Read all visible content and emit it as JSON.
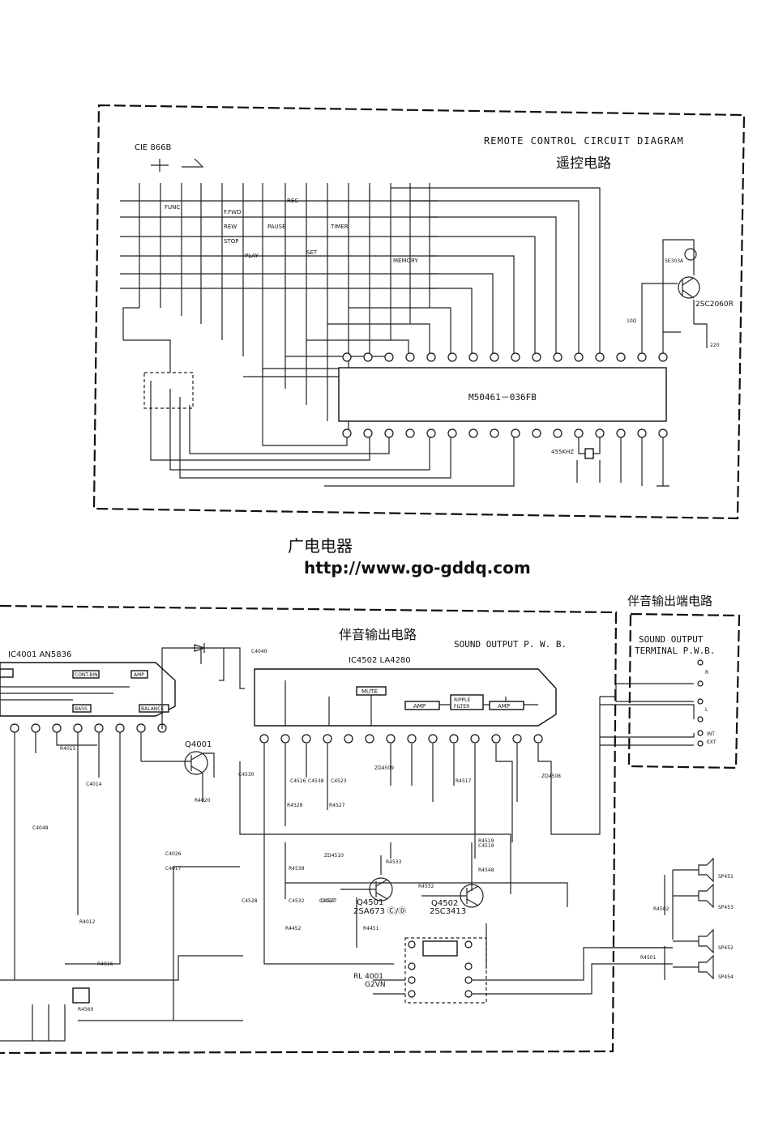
{
  "remote": {
    "title_en": "REMOTE CONTROL CIRCUIT DIAGRAM",
    "title_cn": "遥控电路",
    "ic_ref": "CIE 866B",
    "ic_name": "M50461－036FB",
    "transistor": "2SC2060R",
    "ir_led": "SE303A",
    "resistor": "10Ω",
    "crystal": "455KHZ",
    "cap": "220",
    "keys": [
      "FUNC",
      "TIMER",
      "SET",
      "PLAY",
      "STOP",
      "REW",
      "F.FWD",
      "REC",
      "PAUSE",
      "MEMORY"
    ]
  },
  "watermark": {
    "cn": "广电电器",
    "url": "http://www.go-gddq.com"
  },
  "sound": {
    "section_cn": "伴音输出电路",
    "section_en": "SOUND OUTPUT P. W. B.",
    "terminal_cn": "伴音输出端电路",
    "terminal_en": "SOUND OUTPUT\nTERMINAL P.W.B.",
    "ic_left": "IC4001 AN5836",
    "ic_right": "IC4502 LA4280",
    "q4001": "Q4001",
    "q4501": "Q4501",
    "q4501_type": "2SA673 Ⓒ/Ⓓ",
    "q4502": "Q4502",
    "q4502_type": "2SC3413",
    "relay": "RL 4001",
    "relay_type": "G2VN",
    "blocks_left": [
      "CONT.BIN",
      "AMP",
      "BALANCE",
      "BASS"
    ],
    "blocks_right": [
      "MUTE",
      "AMP",
      "RIPPLE\nFILTER",
      "AMP"
    ],
    "speakers": [
      "SP451",
      "SP453",
      "SP452",
      "SP454"
    ],
    "terminal_labels": [
      "R",
      "L",
      "INT",
      "EXT"
    ],
    "parts": [
      "C4026",
      "C4017",
      "C4027",
      "C4014",
      "C4048",
      "R4012",
      "R4015",
      "R4016",
      "R4020",
      "R4560",
      "C4040",
      "C4530",
      "C4526",
      "C4538",
      "C4523",
      "R4528",
      "R4527",
      "C4528",
      "C4532",
      "C4527",
      "R4538",
      "ZD4510",
      "R4533",
      "R4532",
      "R4517",
      "R4519",
      "R4548",
      "C4519",
      "R4452",
      "R4451",
      "ZD4509",
      "ZD4508",
      "R4501",
      "R4502"
    ]
  }
}
